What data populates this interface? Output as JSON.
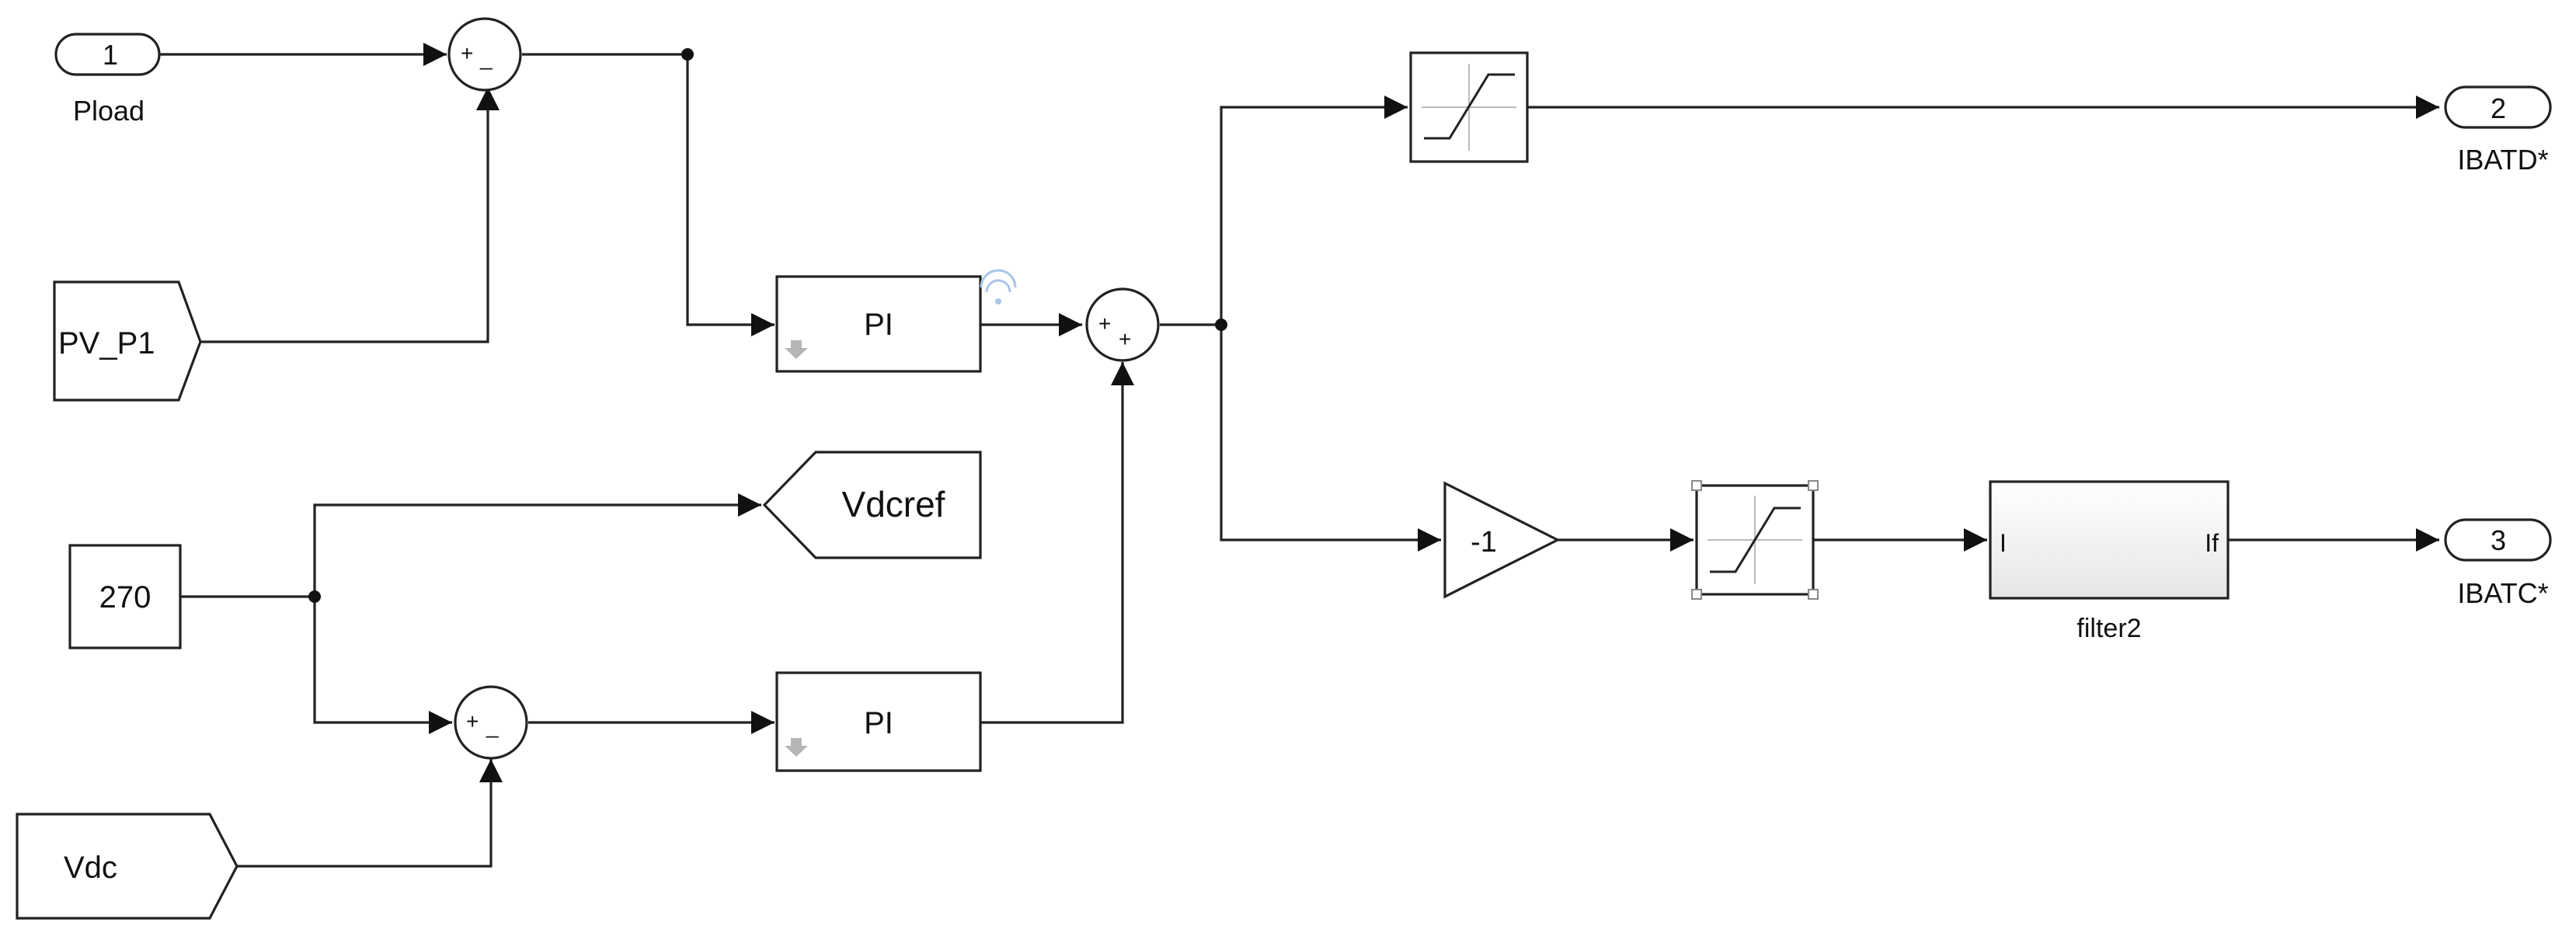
{
  "diagram": {
    "inports": [
      {
        "number": "1",
        "name": "Pload"
      }
    ],
    "outports": [
      {
        "number": "2",
        "name": "IBATD*"
      },
      {
        "number": "3",
        "name": "IBATC*"
      }
    ],
    "from_tags": [
      {
        "label": "PV_P1"
      },
      {
        "label": "Vdc"
      }
    ],
    "goto_tags": [
      {
        "label": "Vdcref"
      }
    ],
    "constant": {
      "value": "270"
    },
    "controllers": [
      {
        "label": "PI"
      },
      {
        "label": "PI"
      }
    ],
    "sum_blocks": [
      {
        "top_sign": "+",
        "bottom_sign": "_"
      },
      {
        "top_sign": "+",
        "bottom_sign": "+"
      },
      {
        "top_sign": "+",
        "bottom_sign": "_"
      }
    ],
    "gain": {
      "value": "-1"
    },
    "subsystem": {
      "name": "filter2",
      "input_port": "I",
      "output_port": "If"
    }
  }
}
